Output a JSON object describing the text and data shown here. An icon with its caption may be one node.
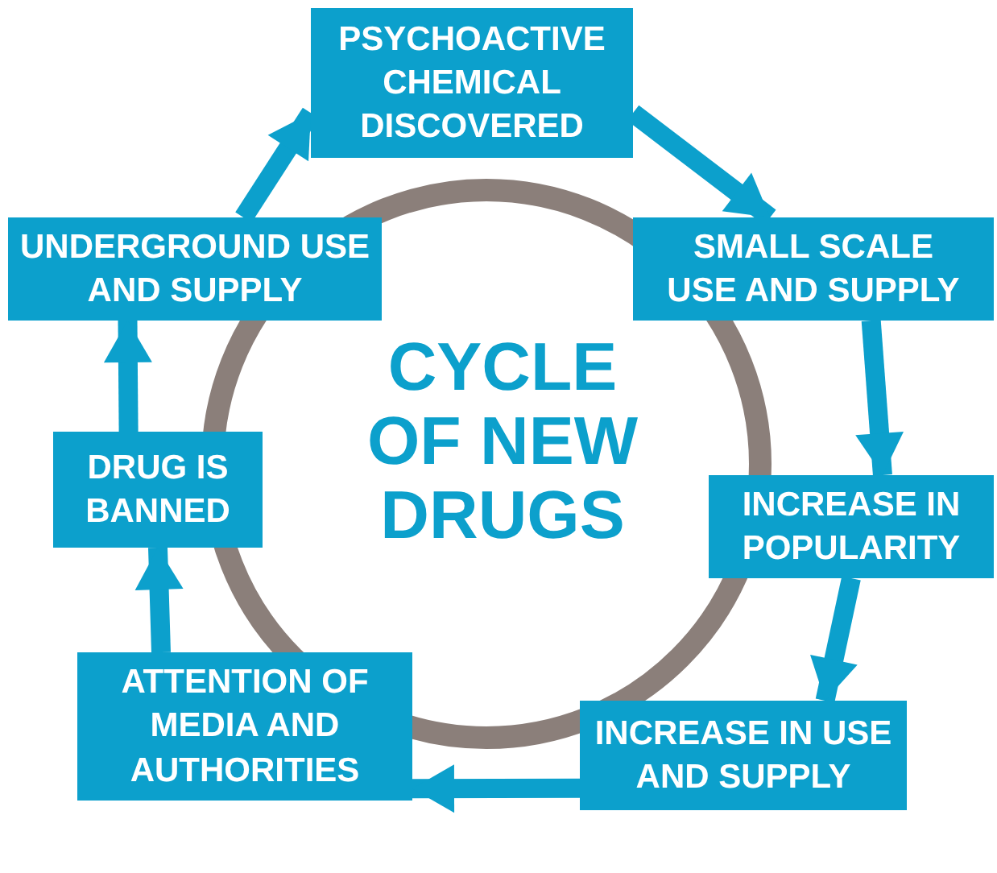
{
  "diagram": {
    "nodes": [
      {
        "text": [
          "PSYCHOACTIVE CHEMICAL DISCOVERED"
        ]
      },
      {
        "text": [
          "SMALL SCALE USE AND SUPPLY"
        ]
      },
      {
        "text": [
          "INCREASE IN POPULARITY"
        ]
      },
      {
        "text": [
          "INCREASE IN USE AND SUPPLY"
        ]
      },
      {
        "text": [
          "ATTENTION OF MEDIA AND AUTHORITIES"
        ]
      },
      {
        "text": [
          "DRUG IS BANNED"
        ]
      },
      {
        "text": [
          "UNDERGROUND USE AND SUPPLY"
        ]
      }
    ],
    "edges": [
      {
        "from": 0,
        "to": 1,
        "arrow": "to"
      },
      {
        "from": 1,
        "to": 2,
        "arrow": "to"
      },
      {
        "from": 2,
        "to": 3,
        "arrow": "to"
      },
      {
        "from": 3,
        "to": 4,
        "arrow": "to"
      },
      {
        "from": 4,
        "to": 5,
        "arrow": "to"
      },
      {
        "from": 5,
        "to": 6,
        "arrow": "to"
      },
      {
        "from": 6,
        "to": 0,
        "arrow": "to"
      }
    ],
    "labels": [
      "CYCLE OF NEW DRUGS"
    ]
  }
}
